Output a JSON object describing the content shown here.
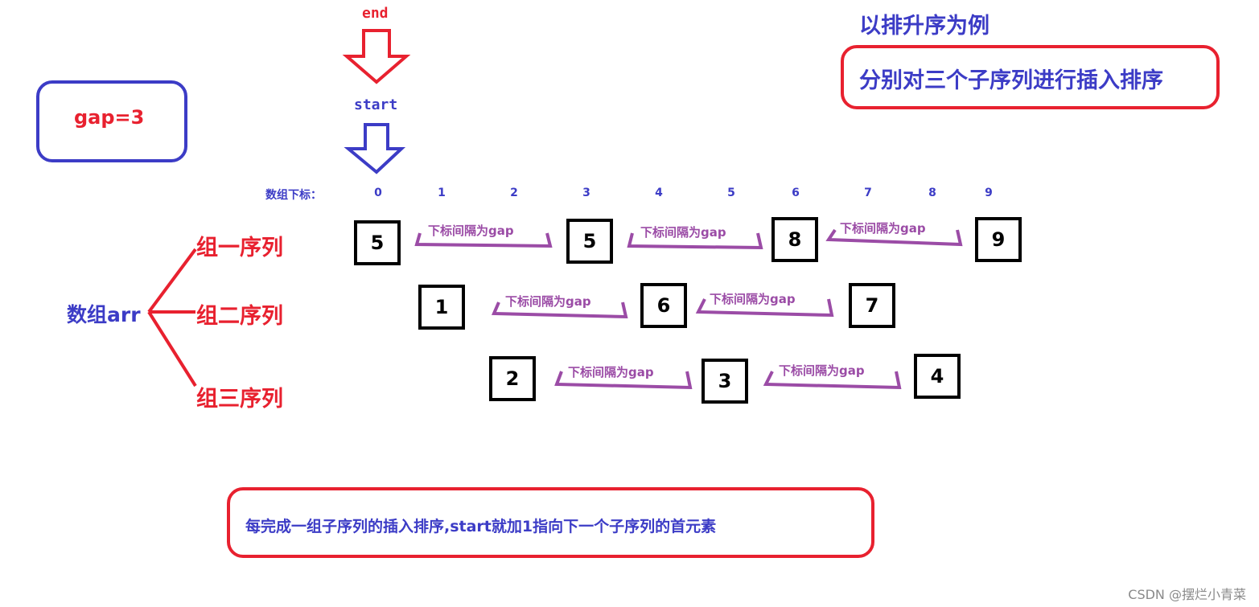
{
  "labels": {
    "end": "end",
    "start": "start",
    "gap": "gap=3",
    "title": "以排升序为例",
    "subtitle": "分别对三个子序列进行插入排序",
    "index_label": "数组下标：",
    "array": "数组arr",
    "group1": "组一序列",
    "group2": "组二序列",
    "group3": "组三序列",
    "bottom_note": "每完成一组子序列的插入排序,start就加1指向下一个子序列的首元素",
    "gap_arrow": "下标间隔为gap",
    "watermark": "CSDN @摆烂小青菜"
  },
  "indices": [
    "0",
    "1",
    "2",
    "3",
    "4",
    "5",
    "6",
    "7",
    "8",
    "9"
  ],
  "groups": [
    {
      "values": [
        "5",
        "5",
        "8",
        "9"
      ]
    },
    {
      "values": [
        "1",
        "6",
        "7"
      ]
    },
    {
      "values": [
        "2",
        "3",
        "4"
      ]
    }
  ],
  "colors": {
    "red": "#e8212f",
    "blue": "#3c3cc6",
    "purple": "#9b4ca6",
    "black": "#000000"
  }
}
